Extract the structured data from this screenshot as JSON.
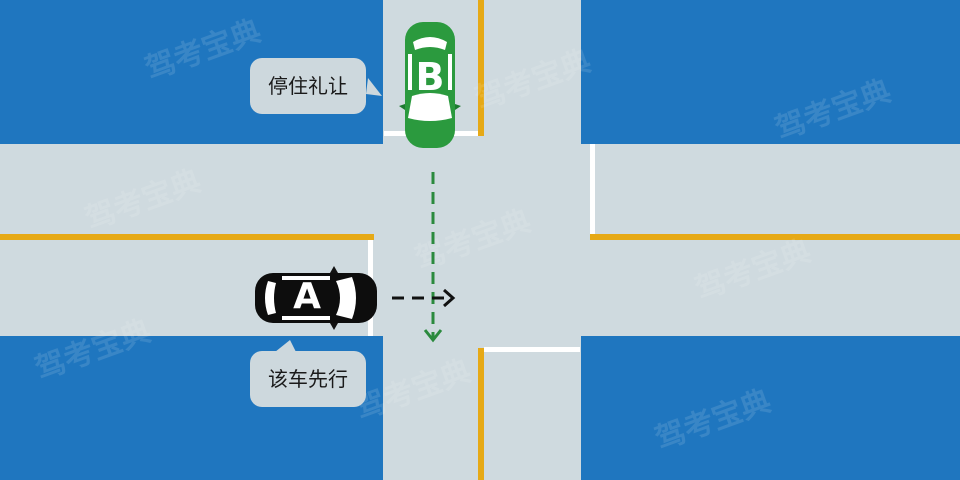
{
  "scene": {
    "colors": {
      "block": "#1f76bf",
      "road": "#cfdadf",
      "center_line": "#e6a916",
      "stop_line": "#ffffff",
      "car_b": "#2b9a3e",
      "car_a": "#0d0d0d",
      "arrow_b": "#2b8a3e",
      "arrow_a": "#111111",
      "bubble": "#cdd8dd"
    },
    "watermark_text": "驾考宝典"
  },
  "car_b": {
    "letter": "B"
  },
  "car_a": {
    "letter": "A"
  },
  "bubble_b": {
    "text": "停住礼让"
  },
  "bubble_a": {
    "text": "该车先行"
  }
}
